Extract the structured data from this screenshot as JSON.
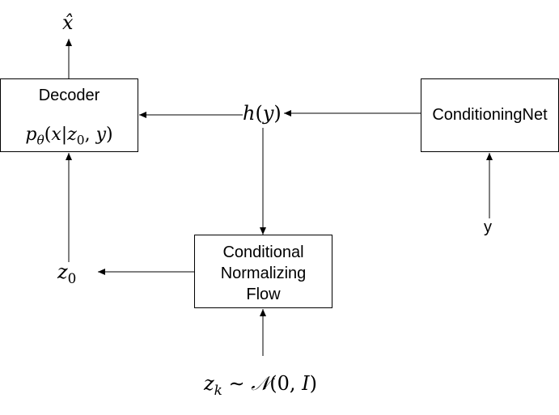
{
  "nodes": {
    "decoder": {
      "title": "Decoder",
      "formula": "p_θ(x|z_0, y)"
    },
    "conditioning_net": {
      "title": "ConditioningNet"
    },
    "flow": {
      "line1": "Conditional",
      "line2": "Normalizing",
      "line3": "Flow"
    }
  },
  "labels": {
    "x_hat": "x̂",
    "h_y": "h(y)",
    "y": "y",
    "z0": "z_0",
    "zk": "z_k ~ 𝒩(0, I)"
  },
  "colors": {
    "stroke": "#000000",
    "background": "#ffffff"
  }
}
